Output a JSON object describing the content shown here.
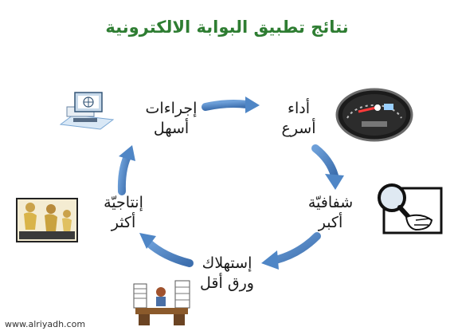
{
  "title": "نتائج تطبيق البوابة الالكترونية",
  "nodes": [
    {
      "id": "easier",
      "line1": "إجراءات",
      "line2": "أسهل"
    },
    {
      "id": "faster",
      "line1": "أداء",
      "line2": "أسرع"
    },
    {
      "id": "transparency",
      "line1": "شفافيّة",
      "line2": "أكبر"
    },
    {
      "id": "paper",
      "line1": "إستهلاك",
      "line2": "ورق أقل"
    },
    {
      "id": "productivity",
      "line1": "إنتاجيّة",
      "line2": "أكثر"
    }
  ],
  "watermark": "www.alriyadh.com",
  "colors": {
    "arrow": "#4f86c6",
    "title": "#2e7d32",
    "text": "#1a1a1a"
  },
  "icons": [
    "computer-icon",
    "speedometer-icon",
    "magnifier-icon",
    "office-desk-icon",
    "workers-icon"
  ]
}
